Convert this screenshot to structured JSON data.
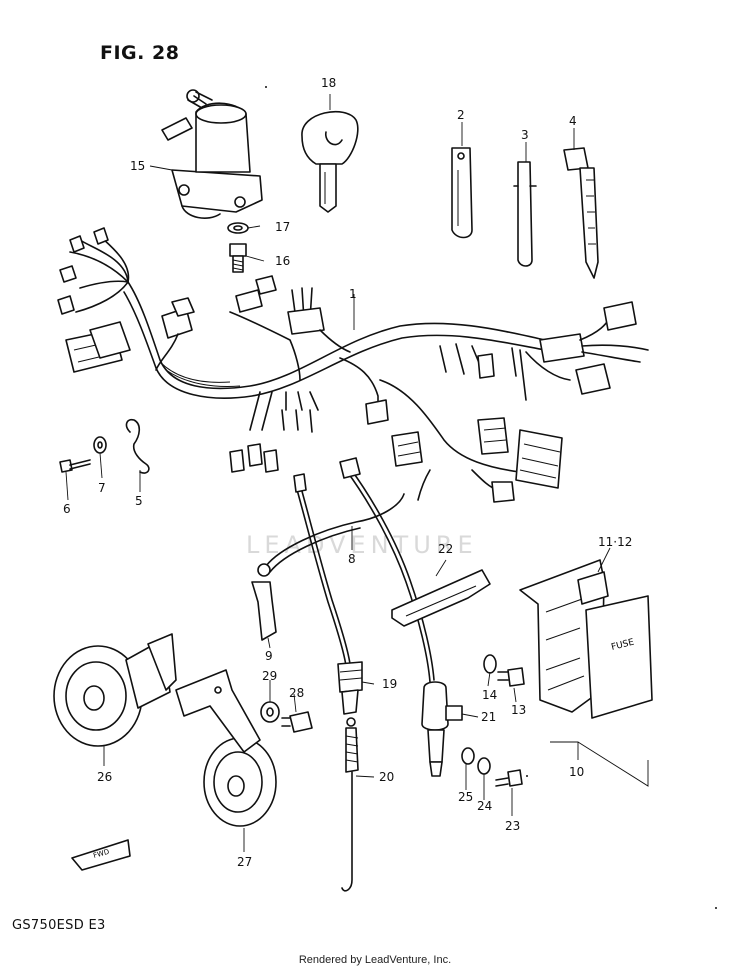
{
  "figure": {
    "title": "FIG. 28",
    "model_code": "GS750ESD  E3"
  },
  "footer": {
    "rendered_by": "Rendered by LeadVenture, Inc."
  },
  "watermark": {
    "text": "LEADVENTURE"
  },
  "fwd_label": "FWD",
  "fuse_label": "FUSE",
  "callouts": [
    "1",
    "2",
    "3",
    "4",
    "5",
    "6",
    "7",
    "8",
    "9",
    "10",
    "11·12",
    "13",
    "14",
    "15",
    "16",
    "17",
    "18",
    "19",
    "20",
    "21",
    "22",
    "23",
    "24",
    "25",
    "26",
    "27",
    "28",
    "29"
  ]
}
